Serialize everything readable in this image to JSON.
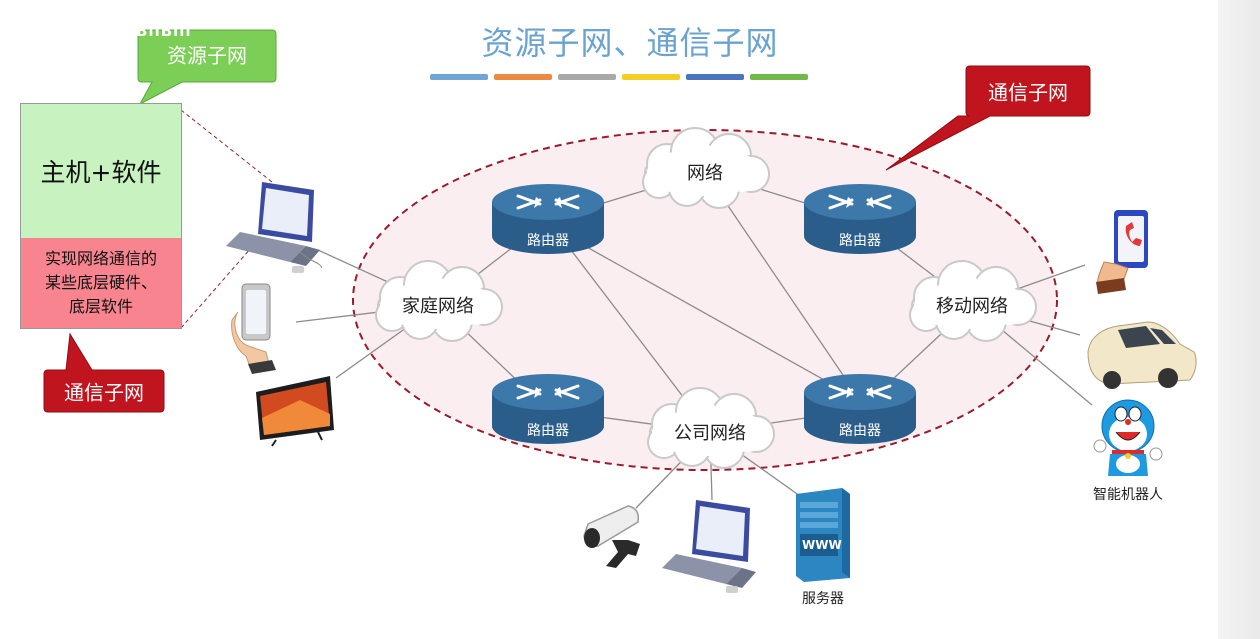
{
  "title": "资源子网、通信子网",
  "logo_text": "BilBili",
  "color_bars": [
    "#6fa6d6",
    "#ec8a42",
    "#a9a9a9",
    "#f2cf27",
    "#4a74bf",
    "#73b94a"
  ],
  "callouts": {
    "resource_subnet": "资源子网",
    "comm_subnet_left": "通信子网",
    "comm_subnet_right": "通信子网"
  },
  "legend": {
    "top": "主机+软件",
    "bottom_lines": [
      "实现网络通信的",
      "某些底层硬件、",
      "底层软件"
    ]
  },
  "clouds": {
    "top": "网络",
    "home": "家庭网络",
    "company": "公司网络",
    "mobile": "移动网络"
  },
  "router_label": "路由器",
  "devices": {
    "server_label": "服务器",
    "server_screen": "WWW",
    "robot_label": "智能机器人"
  },
  "colors": {
    "callout_green": "#7ccf56",
    "callout_red": "#c0141e",
    "router": "#2f6797",
    "ellipse_border": "#9a1b2a",
    "ellipse_fill": "#fbeef1"
  }
}
